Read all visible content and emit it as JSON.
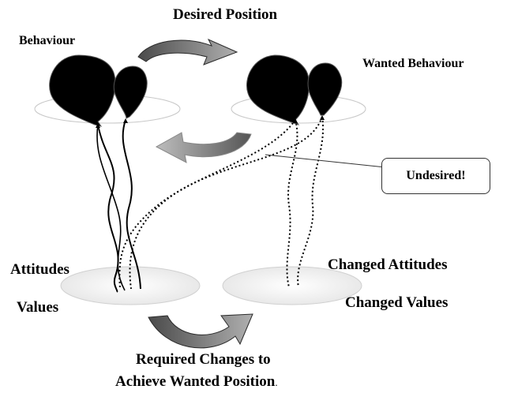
{
  "labels": {
    "desired_position": "Desired Position",
    "behaviour": "Behaviour",
    "wanted_behaviour": "Wanted Behaviour",
    "undesired": "Undesired!",
    "attitudes": "Attitudes",
    "values": "Values",
    "changed_attitudes": "Changed Attitudes",
    "changed_values": "Changed Values",
    "required_changes_line1": "Required Changes to",
    "required_changes_line2": "Achieve Wanted Position",
    "required_changes_period": "."
  },
  "colors": {
    "balloon": "#000000",
    "arrow_dark": "#555555",
    "arrow_light": "#a8a8a8",
    "ellipse_stroke": "#c8c8c8",
    "callout_border": "#333333"
  }
}
